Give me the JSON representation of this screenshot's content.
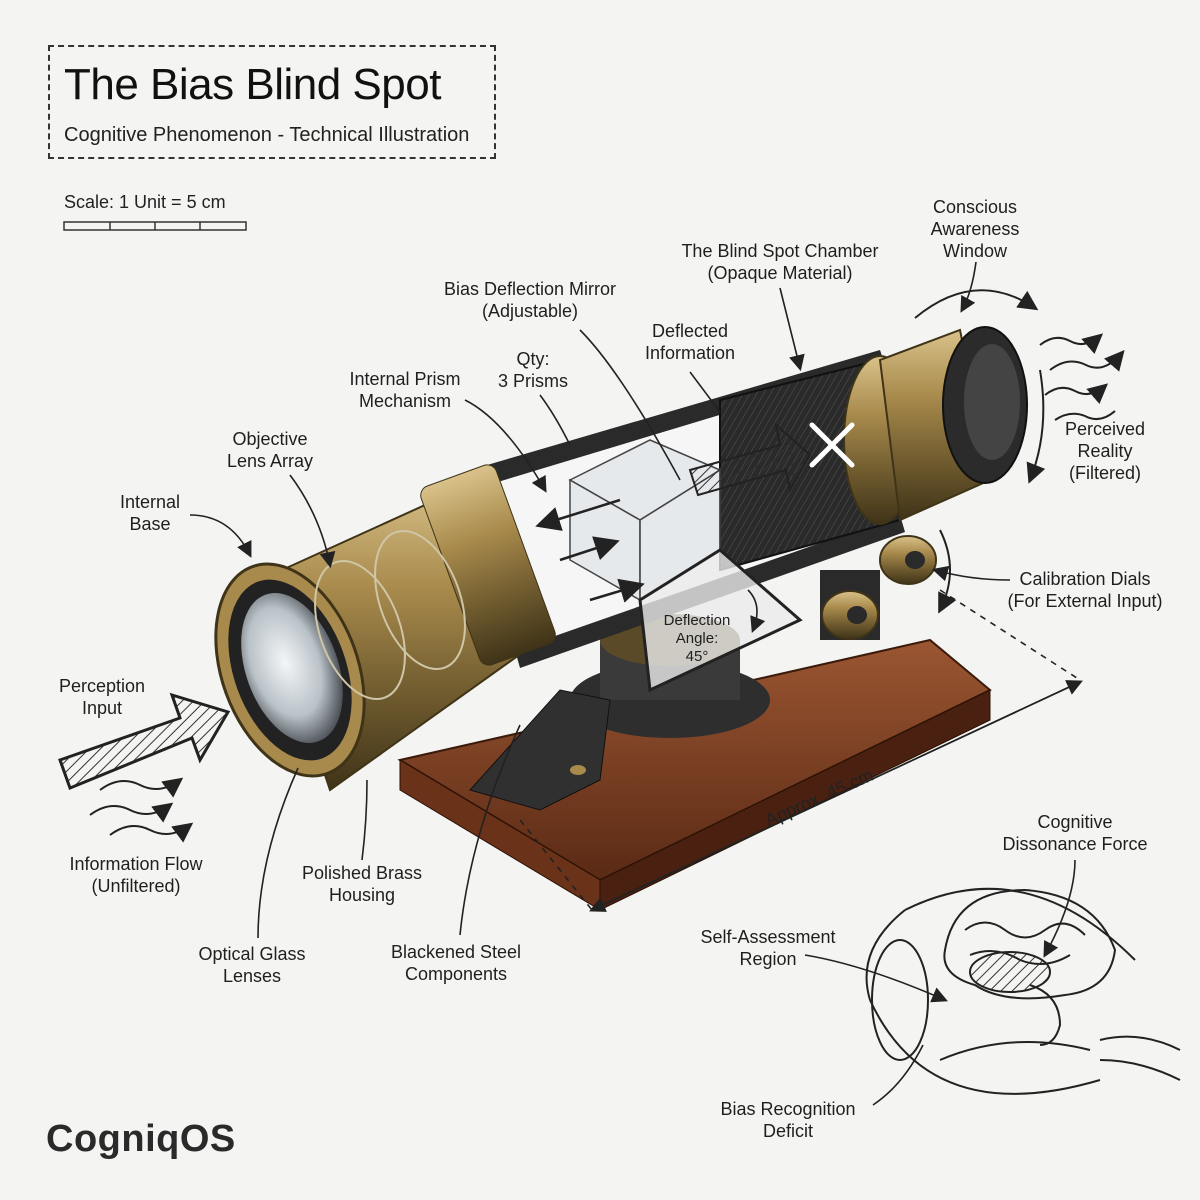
{
  "header": {
    "title": "The Bias Blind Spot",
    "subtitle": "Cognitive Phenomenon - Technical Illustration",
    "scale": "Scale: 1 Unit = 5 cm"
  },
  "labels": {
    "conscious_awareness_window": "Conscious\nAwareness\nWindow",
    "blind_spot_chamber": "The Blind Spot Chamber\n(Opaque Material)",
    "bias_deflection_mirror": "Bias Deflection Mirror\n(Adjustable)",
    "deflected_information": "Deflected\nInformation",
    "qty_prisms": "Qty:\n3 Prisms",
    "internal_prism_mechanism": "Internal Prism\nMechanism",
    "objective_lens_array": "Objective\nLens Array",
    "internal_base": "Internal\nBase",
    "perceived_reality": "Perceived\nReality\n(Filtered)",
    "calibration_dials": "Calibration Dials\n(For External Input)",
    "deflection_angle": "Deflection\nAngle:\n45°",
    "perception_input": "Perception\nInput",
    "information_flow": "Information Flow\n(Unfiltered)",
    "polished_brass_housing": "Polished Brass\nHousing",
    "optical_glass_lenses": "Optical Glass\nLenses",
    "blackened_steel_components": "Blackened Steel\nComponents",
    "approx_length": "Approx. 45 cm",
    "cognitive_dissonance_force": "Cognitive\nDissonance Force",
    "self_assessment_region": "Self-Assessment\nRegion",
    "bias_recognition_deficit": "Bias Recognition\nDeficit"
  },
  "brand": "CogniqOS",
  "colors": {
    "background": "#f4f4f2",
    "brass": "#a88a4c",
    "brass_dark": "#6e5a2e",
    "steel": "#2b2b2b",
    "wood": "#7a3e22",
    "ink": "#1f1f1f"
  },
  "icons": [
    "x-mark-icon",
    "arrow-icon",
    "brain-icon",
    "eye-icon"
  ]
}
